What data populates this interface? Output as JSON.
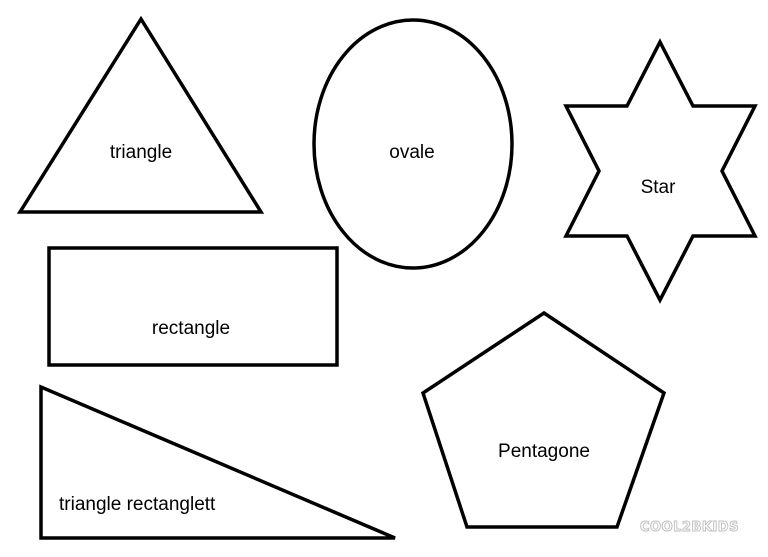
{
  "shapes": {
    "triangle": "triangle",
    "oval": "ovale",
    "star": "Star",
    "rectangle": "rectangle",
    "right_triangle": "triangle rectanglett",
    "pentagon": "Pentagone"
  },
  "watermark": "COOL2BKIDS",
  "colors": {
    "stroke": "#000000",
    "fill": "#ffffff",
    "watermark": "#bdbdbd"
  }
}
